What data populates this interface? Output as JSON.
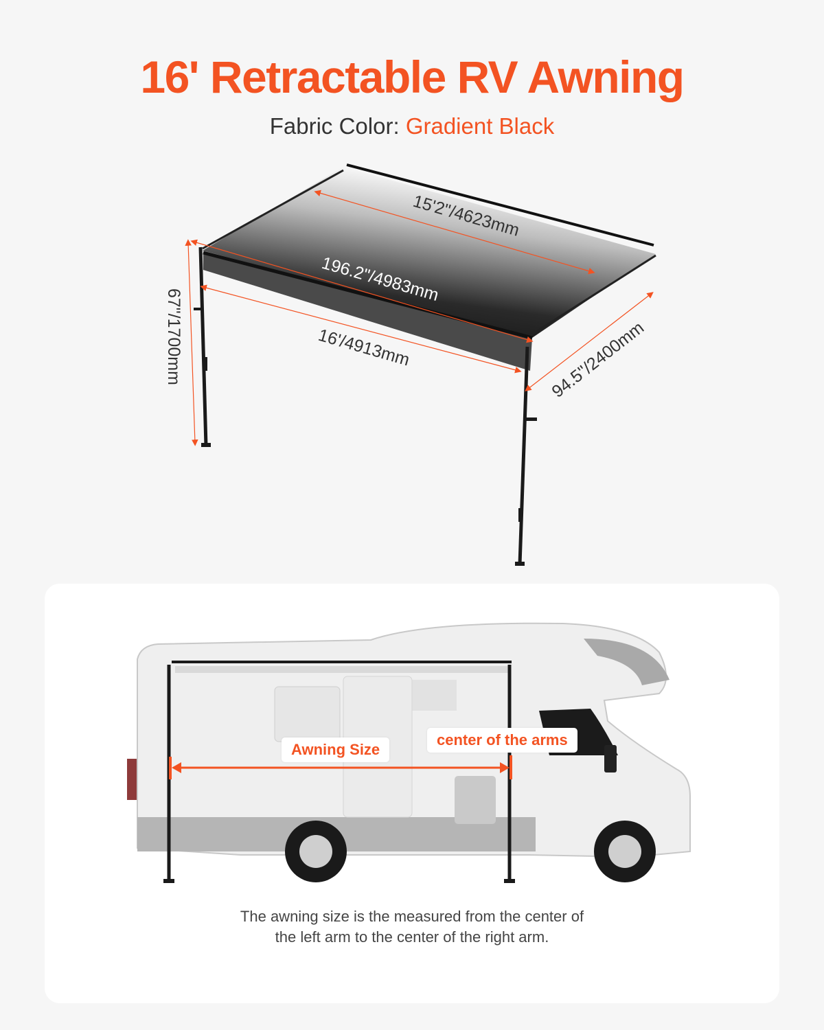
{
  "header": {
    "title": "16' Retractable RV Awning",
    "fabric_label": "Fabric Color",
    "fabric_separator": ":",
    "fabric_value": "Gradient Black"
  },
  "diagram": {
    "dimensions": {
      "top_width": "15'2\"/4623mm",
      "fabric_length": "196.2\"/4983mm",
      "overall_width": "16'/4913mm",
      "height": "67\"/1700mm",
      "projection": "94.5\"/2400mm"
    }
  },
  "rv_card": {
    "labels": {
      "awning_size": "Awning Size",
      "center_of_arms": "center of the arms"
    },
    "caption_line1": "The awning size is the measured from the center of",
    "caption_line2": "the left arm to the center of the right arm."
  },
  "colors": {
    "accent": "#f35322",
    "background": "#f6f6f6",
    "card": "#ffffff",
    "text": "#333333"
  }
}
